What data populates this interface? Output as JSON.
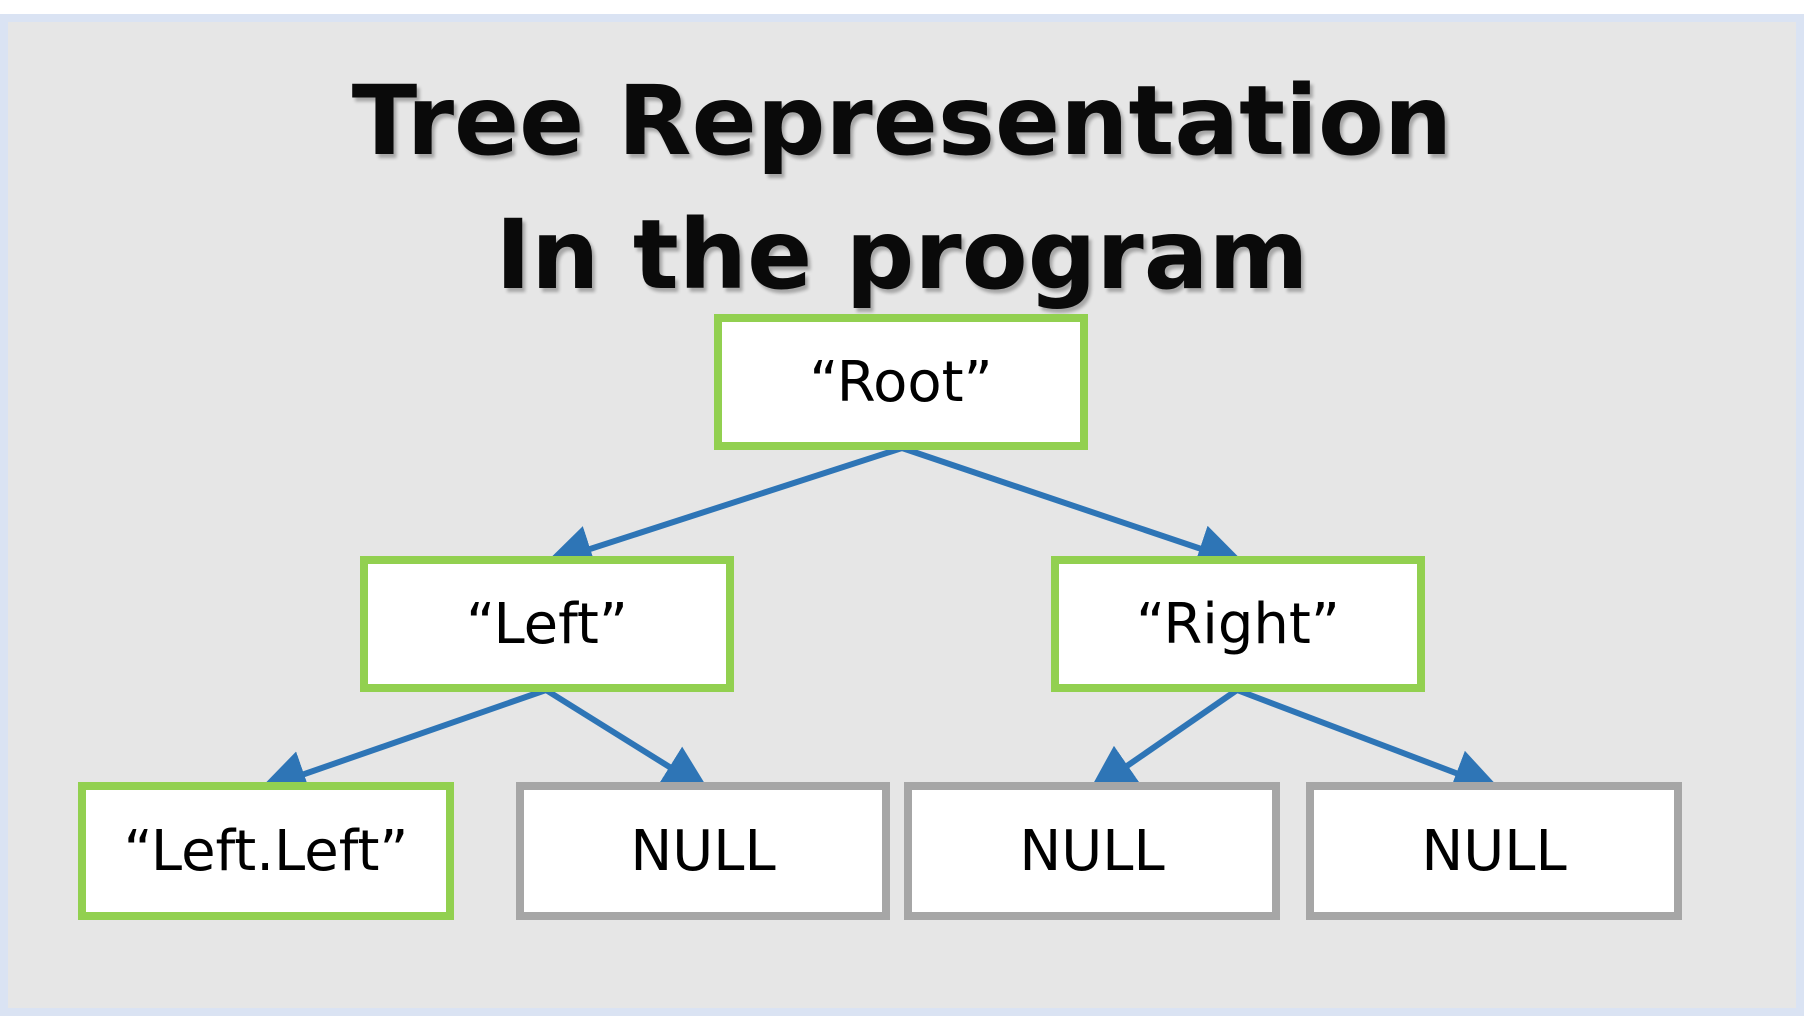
{
  "title": {
    "line1": "Tree Representation",
    "line2": "In the program"
  },
  "colors": {
    "background": "#e6e6e6",
    "frame": "#dae3f3",
    "data_node_border": "#92d050",
    "null_node_border": "#a6a6a6",
    "arrow": "#2e75b6"
  },
  "nodes": {
    "root": {
      "label": "“Root”",
      "kind": "data"
    },
    "left": {
      "label": "“Left”",
      "kind": "data"
    },
    "right": {
      "label": "“Right”",
      "kind": "data"
    },
    "left_left": {
      "label": "“Left.Left”",
      "kind": "data"
    },
    "left_right": {
      "label": "NULL",
      "kind": "null"
    },
    "right_left": {
      "label": "NULL",
      "kind": "null"
    },
    "right_right": {
      "label": "NULL",
      "kind": "null"
    }
  },
  "edges": [
    {
      "from": "root",
      "to": "left"
    },
    {
      "from": "root",
      "to": "right"
    },
    {
      "from": "left",
      "to": "left_left"
    },
    {
      "from": "left",
      "to": "left_right"
    },
    {
      "from": "right",
      "to": "right_left"
    },
    {
      "from": "right",
      "to": "right_right"
    }
  ]
}
